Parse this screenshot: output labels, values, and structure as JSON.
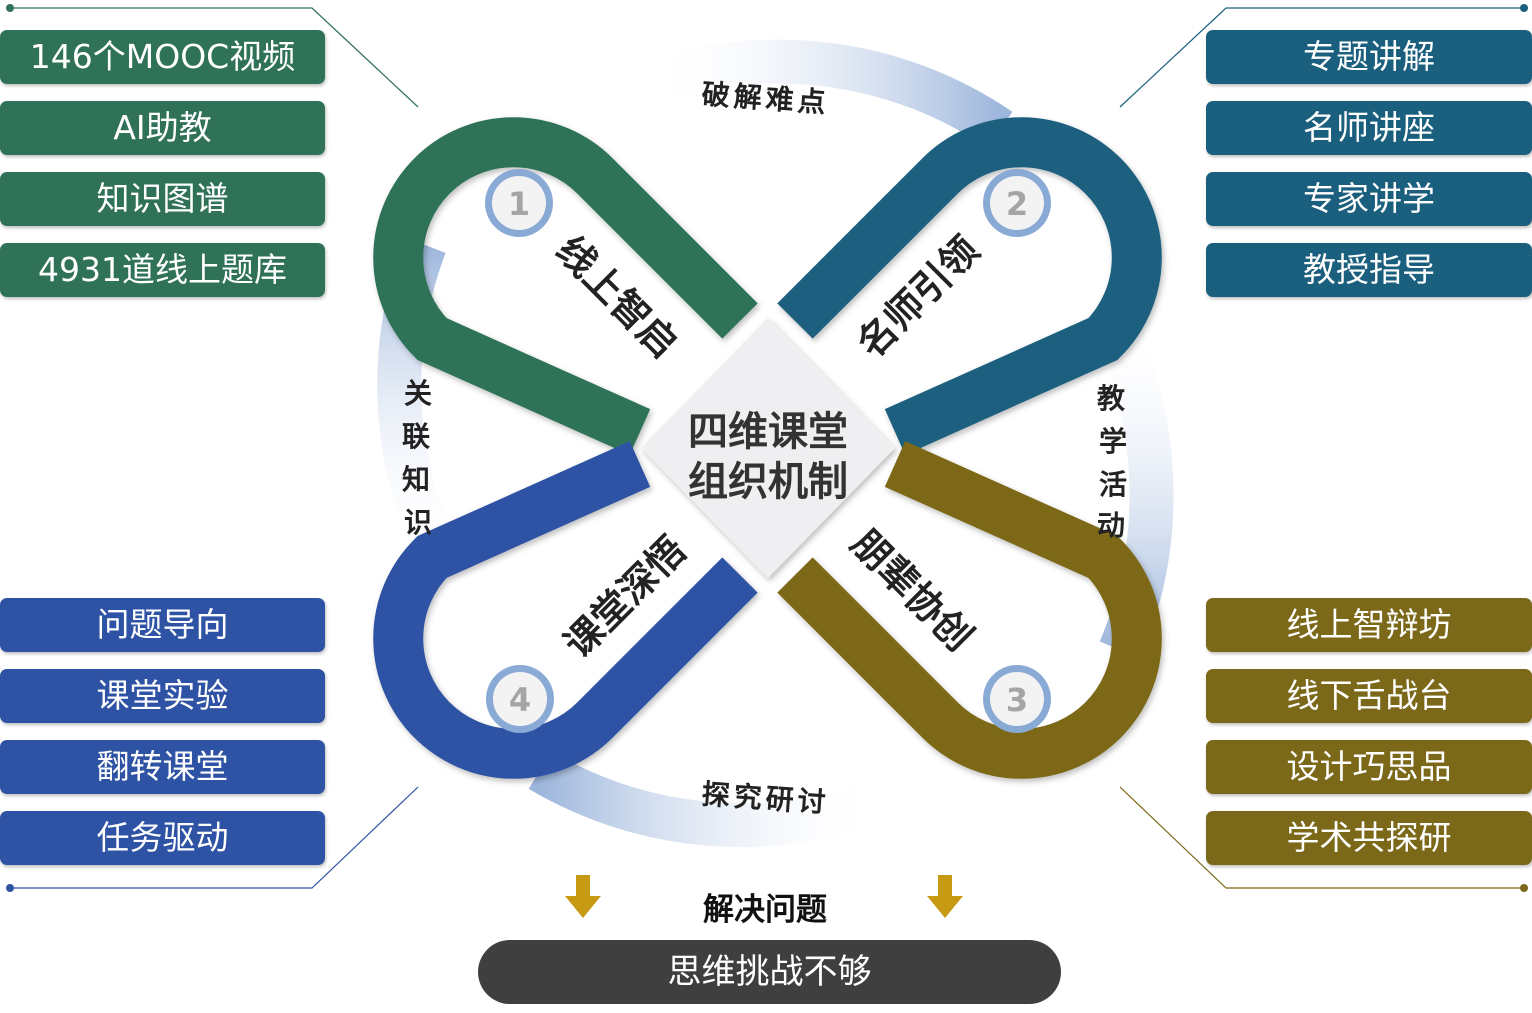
{
  "center": {
    "line1": "四维课堂",
    "line2": "组织机制"
  },
  "links": [
    {
      "num": "1",
      "label": "线上智启",
      "color": "#2f7258"
    },
    {
      "num": "2",
      "label": "名师引领",
      "color": "#1b5f7e"
    },
    {
      "num": "3",
      "label": "朋辈协创",
      "color": "#7b6818"
    },
    {
      "num": "4",
      "label": "课堂深悟",
      "color": "#2e53a4"
    }
  ],
  "ring_labels": {
    "top": "破解难点",
    "right": "教学活动",
    "bottom": "探究研讨",
    "left": "关联知识"
  },
  "top_left_tags": [
    "146个MOOC视频",
    "AI助教",
    "知识图谱",
    "4931道线上题库"
  ],
  "top_right_tags": [
    "专题讲解",
    "名师讲座",
    "专家讲学",
    "教授指导"
  ],
  "bottom_left_tags": [
    "问题导向",
    "课堂实验",
    "翻转课堂",
    "任务驱动"
  ],
  "bottom_right_tags": [
    "线上智辩坊",
    "线下舌战台",
    "设计巧思品",
    "学术共探研"
  ],
  "solve_label": "解决问题",
  "problem": "思维挑战不够",
  "colors": {
    "arrow": "#c79a14",
    "ring": "#9db6dc",
    "badge": "#8aaad6"
  }
}
